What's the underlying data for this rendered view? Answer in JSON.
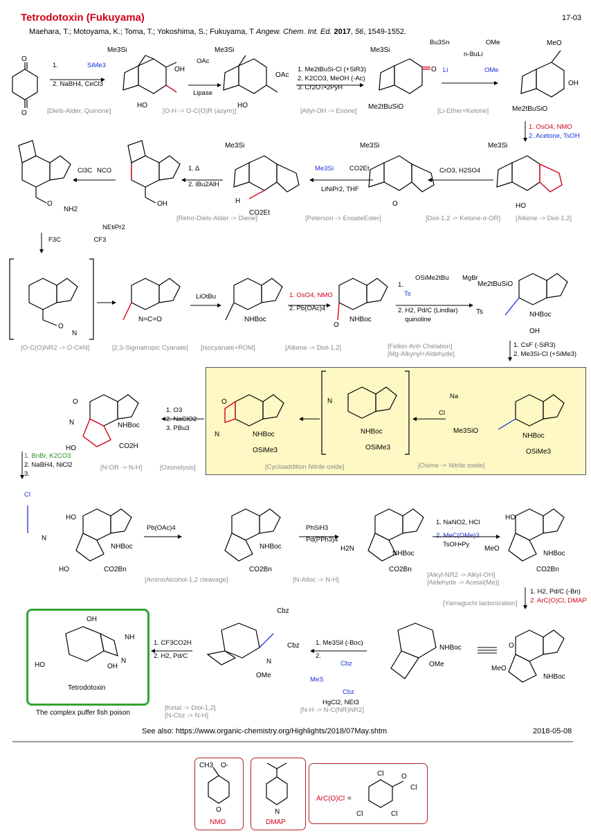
{
  "title": "Tetrodotoxin (Fukuyama)",
  "page_number": "17-03",
  "citation": {
    "authors": "Maehara, T.; Motoyama, K.; Toma, T.; Yokoshima, S.; Fukuyama, T",
    "journal": "Angew. Chem. Int. Ed.",
    "year": "2017",
    "volume": "56",
    "pages": "1549-1552."
  },
  "steps": [
    {
      "caption": "[Diels-Alder, Quinone]",
      "reagents": [
        "1.",
        "2. NaBH4, CeCl3"
      ],
      "reagent_label": "SiMe3"
    },
    {
      "caption": "[O-H -> O-C(O)R (asym)]",
      "reagents": [
        "OAc",
        "Lipase"
      ]
    },
    {
      "caption": "[Allyl-OH -> Enone]",
      "reagents": [
        "1. Me2tBuSi-Cl (+SiR3)",
        "2. K2CO3, MeOH (-Ac)",
        "3. Cr2O7•2PyH"
      ]
    },
    {
      "caption": "[Li-Ether+Ketone]",
      "reagents": [
        "Bu3Sn",
        "OMe",
        "n-BuLi",
        "Li",
        "OMe"
      ]
    },
    {
      "caption": "[Alkene -> Diol-1,2]",
      "reagents": [
        "1. OsO4, NMO",
        "2. Acetone, TsOH"
      ]
    },
    {
      "caption": "[Diol-1,2 -> Ketone-α-OR]",
      "reagents": [
        "CrO3, H2SO4"
      ]
    },
    {
      "caption": "[Peterson -> EnoateEster]",
      "reagents": [
        "Me3Si",
        "CO2Et",
        "LiNiPr2, THF"
      ]
    },
    {
      "caption": "[Retro-Diels-Alder -> Diene]",
      "reagents": [
        "1. Δ",
        "2. iBu2AlH"
      ]
    },
    {
      "caption": "",
      "reagents": [
        "Cl3C",
        "NCO"
      ]
    },
    {
      "caption": "[O-C(O)NR2 -> O-C≡N]",
      "reagents": [
        "F3C",
        "CF3",
        "NEtiPr2"
      ]
    },
    {
      "caption": "[2,3-Sigmatropic  Cyanate]",
      "reagents": []
    },
    {
      "caption": "[Isocyanate+ROM]",
      "reagents": [
        "LiOtBu"
      ]
    },
    {
      "caption": "[Alkene -> Diol-1,2]",
      "reagents": [
        "1. OsO4, NMO",
        "2. Pb(OAc)4"
      ]
    },
    {
      "caption": "[Felkin-Anh Chelation]",
      "caption2": "[Mg-Alkynyl+Aldehyde]",
      "reagents": [
        "1.",
        "OSiMe2tBu",
        "MgBr",
        "Ts",
        "2. H2, Pd/C (Lindlar)",
        "quinoline"
      ]
    },
    {
      "caption": "[Oxime -> Nitrile oxide]",
      "reagents": [
        "1. CsF (-SiR3)",
        "2. Me3Si-Cl (+SiMe3)",
        "Na",
        "Cl"
      ]
    },
    {
      "caption": "[Cycloaddition  Nitrile oxide]",
      "reagents": []
    },
    {
      "caption": "[Ozonolysis]",
      "reagents": [
        "1. O3",
        "2. NaClO2",
        "3. PBu3"
      ]
    },
    {
      "caption": "[N-OR -> N-H]",
      "reagents": [
        "1. BnBr, K2CO3",
        "2. NaBH4, NiCl2",
        "3.",
        "Cl"
      ]
    },
    {
      "caption": "[AminoAlcohol-1,2 cleavage]",
      "reagents": [
        "Pb(OAc)4"
      ]
    },
    {
      "caption": "[N-Alloc -> N-H]",
      "reagents": [
        "PhSiH3",
        "Pd(PPh3)4"
      ]
    },
    {
      "caption": "[Alkyl-NR2 -> Alkyl-OH]",
      "caption2": "[Aldehyde -> Acetal(Me)]",
      "reagents": [
        "1. NaNO2, HCl",
        "2. MeC(OMe)3",
        "TsOH•Py"
      ]
    },
    {
      "caption": "[Yamaguchi lactonization]",
      "reagents": [
        "1. H2, Pd/C (-Bn)",
        "2. ArC(O)Cl, DMAP"
      ]
    },
    {
      "caption": "[N-H -> N-C(NR)NR2]",
      "reagents": [
        "1. Me3SiI (-Boc)",
        "2.",
        "Cbz",
        "MeS",
        "Cbz",
        "HgCl2, NEt3"
      ]
    },
    {
      "caption": "[Ketal -> Diol-1,2]",
      "caption2": "[N-Cbz -> N-H]",
      "reagents": [
        "1. CF3CO2H",
        "2. H2, Pd/C"
      ]
    }
  ],
  "target": {
    "name": "Tetrodotoxin",
    "subtitle": "The complex puffer fish poison"
  },
  "see_also": "See also: https://www.organic-chemistry.org/Highlights/2018/07May.shtm",
  "date": "2018-05-08",
  "legend": [
    {
      "label": "NMO"
    },
    {
      "label": "DMAP"
    },
    {
      "label": "ArC(O)Cl",
      "eq": "="
    }
  ],
  "colors": {
    "title": "#d0021b",
    "highlight": "#fdf8c4",
    "target_border": "#2ea62e",
    "caption": "#8a8a8a",
    "blue": "#1a2fd6",
    "red": "#d0021b"
  }
}
